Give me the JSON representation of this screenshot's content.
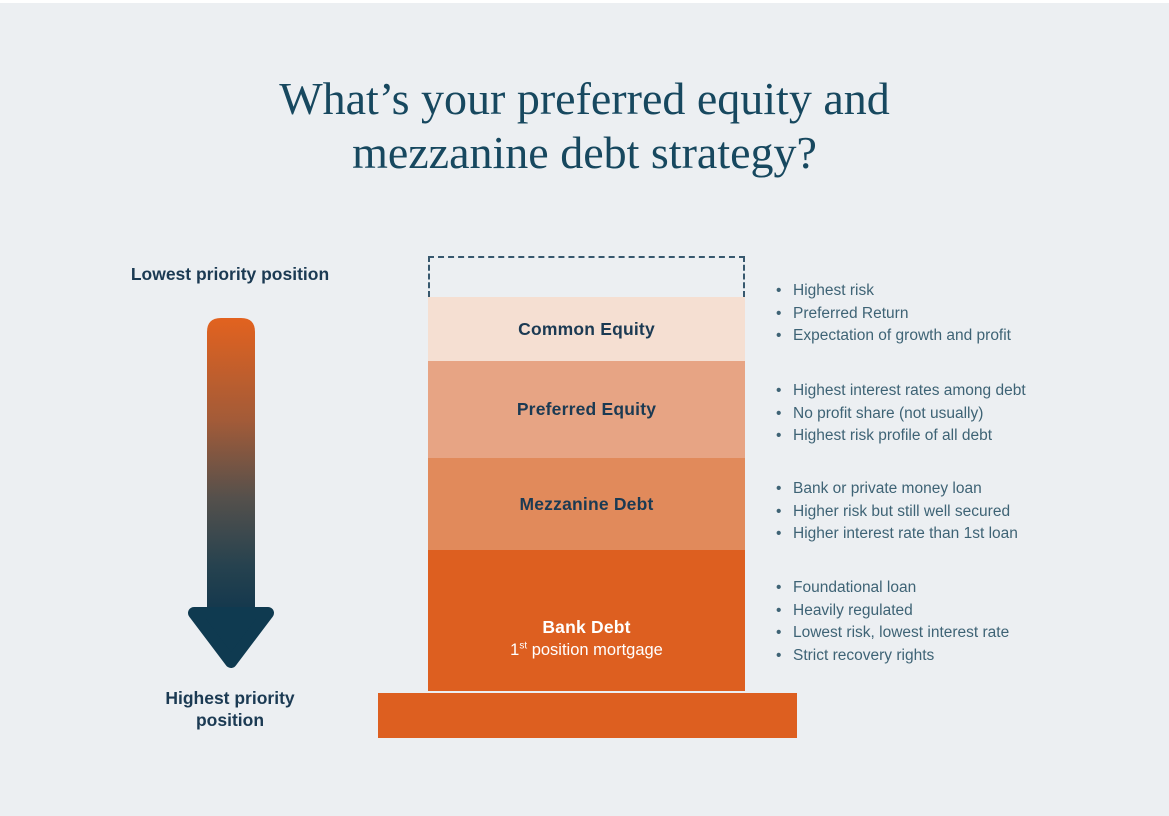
{
  "title": "What’s your preferred equity and mezzanine debt strategy?",
  "axis": {
    "top_label": "Lowest priority position",
    "bottom_label": "Highest priority position",
    "arrow_icon": "down-arrow-gradient-icon"
  },
  "stack": {
    "empty_top_box": "dashed-outline-placeholder",
    "tiers": [
      {
        "label": "Common Equity",
        "bullets": [
          "Highest risk",
          "Preferred Return",
          "Expectation of growth and profit"
        ]
      },
      {
        "label": "Preferred Equity",
        "bullets": [
          "Highest interest rates among debt",
          "No profit share (not usually)",
          "Highest risk profile of all debt"
        ]
      },
      {
        "label": "Mezzanine Debt",
        "bullets": [
          "Bank or private money loan",
          "Higher risk but still well secured",
          "Higher interest rate than 1st loan"
        ]
      },
      {
        "label": "Bank Debt",
        "sublabel_base": "1",
        "sublabel_sup": "st",
        "sublabel_rest": " position mortgage",
        "bullets": [
          "Foundational loan",
          "Heavily regulated",
          "Lowest risk, lowest interest rate",
          "Strict recovery rights"
        ]
      }
    ]
  },
  "colors": {
    "background": "#ECEFF2",
    "title_navy": "#17485F",
    "label_navy": "#1B3A53",
    "bullet_slate": "#3E6375",
    "arrow_orange": "#E2621F",
    "arrow_navy": "#0F3A50",
    "tier_common": "#F5DFD2",
    "tier_preferred": "#E7A484",
    "tier_mezzanine": "#E18A5B",
    "tier_bank": "#DD5F20",
    "dashed_border": "#37586E"
  }
}
